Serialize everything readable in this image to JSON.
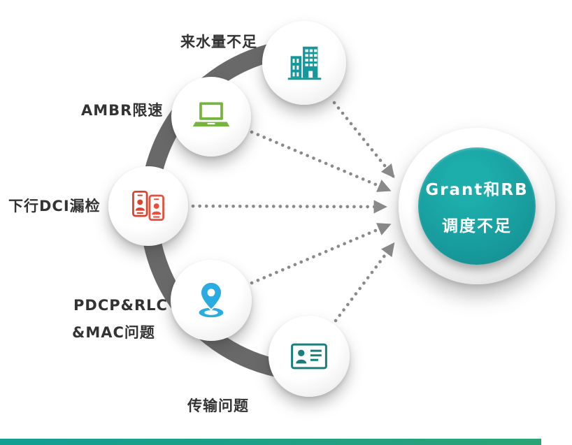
{
  "diagram": {
    "center": {
      "line1": "Grant和RB",
      "line2": "调度不足",
      "color": "#17989a"
    },
    "nodes": [
      {
        "label": "来水量不足",
        "icon": "building-icon",
        "icon_color": "#14989c"
      },
      {
        "label": "AMBR限速",
        "icon": "laptop-icon",
        "icon_color": "#77b33f"
      },
      {
        "label": "下行DCI漏检",
        "icon": "phones-icon",
        "icon_color": "#e8503a"
      },
      {
        "label_line1": "PDCP&RLC",
        "label_line2": "&MAC问题",
        "icon": "location-pin-icon",
        "icon_color": "#2aabe2"
      },
      {
        "label": "传输问题",
        "icon": "id-card-icon",
        "icon_color": "#17807d"
      }
    ],
    "connector": {
      "arc_color": "#696969",
      "arrow_color": "#8a8a8a"
    },
    "bottom_bar_color": "#119e93"
  }
}
